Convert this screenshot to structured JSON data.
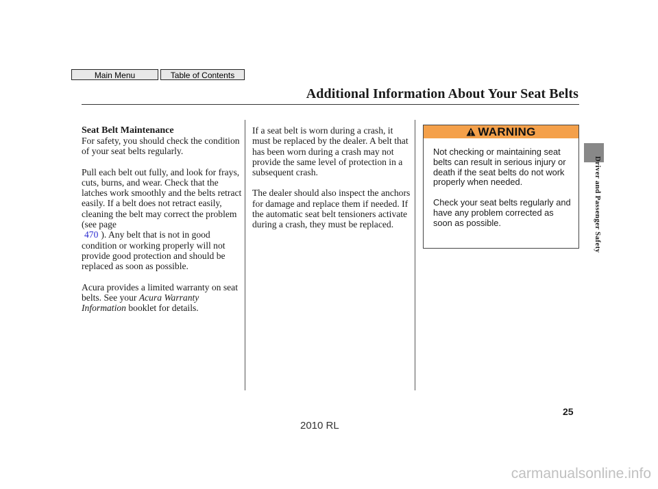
{
  "nav": {
    "main_menu": "Main Menu",
    "table_of_contents": "Table of Contents"
  },
  "header": {
    "title": "Additional Information About Your Seat Belts"
  },
  "column1": {
    "heading": "Seat Belt Maintenance",
    "p1": "For safety, you should check the condition of your seat belts regularly.",
    "p2_before": "Pull each belt out fully, and look for frays, cuts, burns, and wear. Check that the latches work smoothly and the belts retract easily. If a belt does not retract easily, cleaning the belt may correct the problem (see page",
    "p2_ref": "470",
    "p2_after": "). Any belt that is not in good condition or working properly will not provide good protection and should be replaced as soon as possible.",
    "p3_before": "Acura provides a limited warranty on seat belts. See your",
    "p3_italic": "Acura Warranty Information",
    "p3_after": "booklet for details."
  },
  "column2": {
    "p1": "If a seat belt is worn during a crash, it must be replaced by the dealer. A belt that has been worn during a crash may not provide the same level of protection in a subsequent crash.",
    "p2": "The dealer should also inspect the anchors for damage and replace them if needed. If the automatic seat belt tensioners activate during a crash, they must be replaced."
  },
  "warning": {
    "label": "WARNING",
    "p1": "Not checking or maintaining seat belts can result in serious injury or death if the seat belts do not work properly when needed.",
    "p2": "Check your seat belts regularly and have any problem corrected as soon as possible.",
    "header_color": "#f4a04a",
    "icon": "warning-triangle-icon"
  },
  "side_tab": {
    "text": "Driver and Passenger Safety",
    "color": "#888888"
  },
  "footer": {
    "page_number": "25",
    "model": "2010 RL",
    "watermark": "carmanualsonline.info"
  }
}
